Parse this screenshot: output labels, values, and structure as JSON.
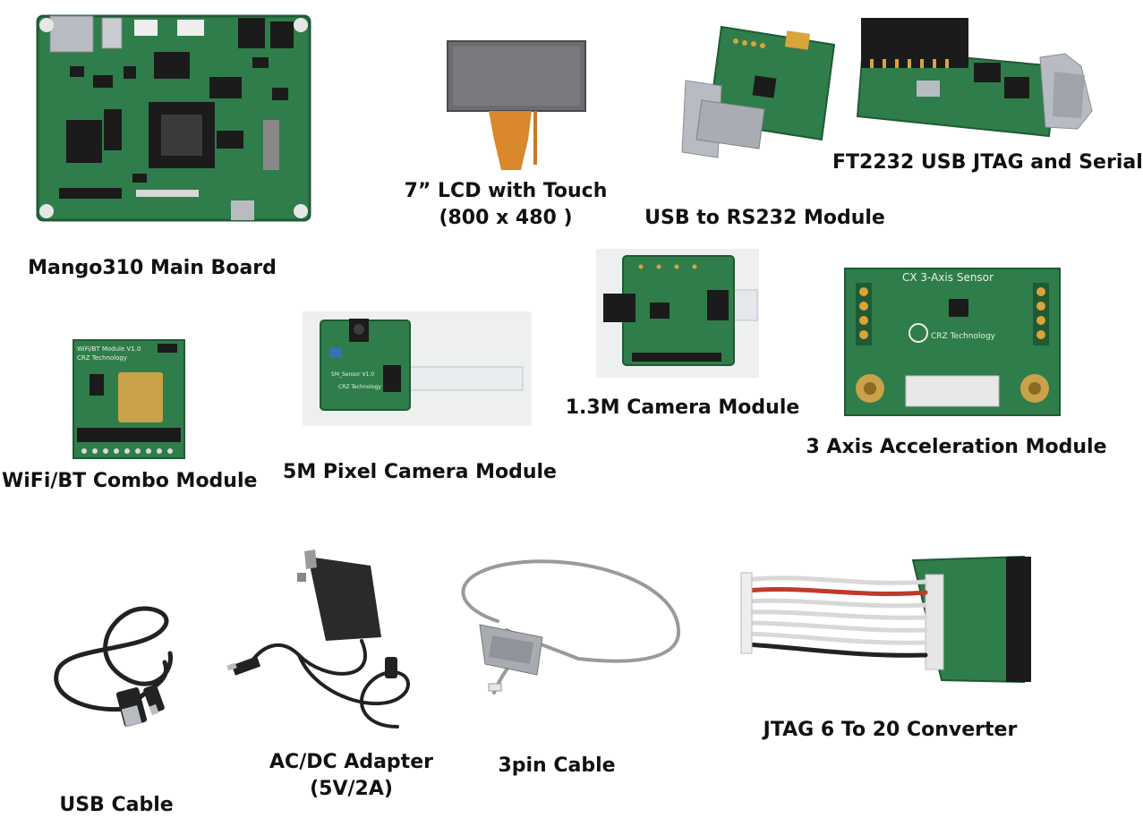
{
  "items": [
    {
      "id": "main-board",
      "label": "Mango310 Main Board",
      "icon": "circuit-board-photo"
    },
    {
      "id": "lcd",
      "label_line1": "7” LCD with Touch",
      "label_line2": "(800 x 480 )",
      "icon": "lcd-panel-photo"
    },
    {
      "id": "usb-rs232",
      "label": "USB to RS232 Module",
      "icon": "rs232-module-photo"
    },
    {
      "id": "ft2232",
      "label": "FT2232 USB JTAG and Serial",
      "icon": "jtag-module-photo"
    },
    {
      "id": "wifi-bt",
      "label": "WiFi/BT Combo Module",
      "icon": "wifi-module-photo"
    },
    {
      "id": "cam5m",
      "label": "5M Pixel Camera Module",
      "icon": "camera-module-photo"
    },
    {
      "id": "cam13m",
      "label": "1.3M Camera Module",
      "icon": "camera-module-photo"
    },
    {
      "id": "accel",
      "label": "3 Axis Acceleration Module",
      "icon": "sensor-module-photo"
    },
    {
      "id": "usb-cable",
      "label": "USB Cable",
      "icon": "usb-cable-photo"
    },
    {
      "id": "adapter",
      "label_line1": "AC/DC Adapter",
      "label_line2": "(5V/2A)",
      "icon": "power-adapter-photo"
    },
    {
      "id": "cable3pin",
      "label": "3pin Cable",
      "icon": "serial-cable-photo"
    },
    {
      "id": "jtag-conv",
      "label": "JTAG 6 To 20 Converter",
      "icon": "jtag-converter-photo"
    }
  ],
  "board_text": {
    "wifi": "WiFi/BT Module V1.0",
    "wifi_maker": "CRZ Technology",
    "cam5m": "5M_Sensor V1.0",
    "cam5m_maker": "CRZ Technology",
    "accel_title": "CX 3-Axis Sensor",
    "accel_maker": "CRZ Technology"
  },
  "colors": {
    "pcb_green": "#2f7d4a",
    "pcb_dark": "#1f5a35",
    "chip": "#1b1b1b",
    "silver": "#b8bcc2",
    "lcd_screen": "#7a7a7e",
    "flex_orange": "#d9892b",
    "cable_black": "#222222",
    "cable_gray": "#9a9a9a"
  }
}
